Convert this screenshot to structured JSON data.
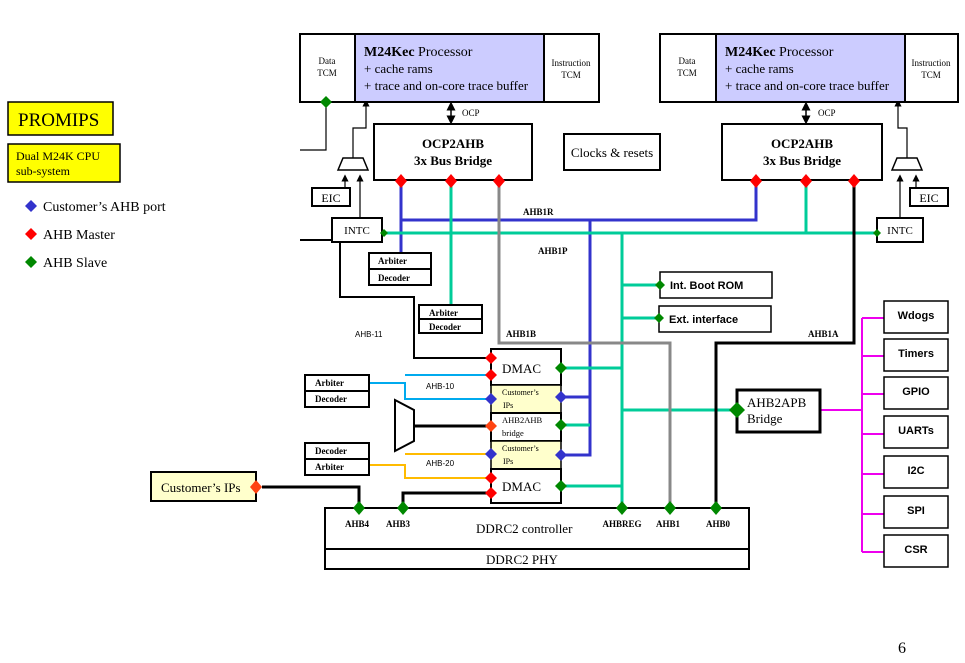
{
  "legend": {
    "title": "PROMIPS",
    "subtitle_line1": "Dual M24K CPU",
    "subtitle_line2": "sub-system",
    "items": [
      {
        "label": "Customer’s AHB port",
        "color": "#3333cc"
      },
      {
        "label": "AHB Master",
        "color": "#ff0000"
      },
      {
        "label": "AHB Slave",
        "color": "#008800"
      }
    ]
  },
  "colors": {
    "customer_port": "#3333cc",
    "master": "#ff0000",
    "slave": "#008800",
    "processor_fill": "#ccccff",
    "highlight_fill": "#ffff00",
    "customer_ip_fill": "#ffffcc",
    "bus_r": "#3333cc",
    "bus_p": "#00cc99",
    "bus_b": "#888888",
    "apb": "#ee00ee",
    "ahb10": "#00aaee",
    "ahb20": "#ffbb00"
  },
  "cpu": [
    {
      "data_tcm_line1": "Data",
      "data_tcm_line2": "TCM",
      "processor_name": "M24Kec",
      "processor_suffix": " Processor",
      "processor_line2": " + cache rams",
      "processor_line3": "+ trace and on-core trace buffer",
      "instr_tcm_line1": "Instruction",
      "instr_tcm_line2": "TCM",
      "ocp_label": "OCP",
      "bridge_line1": "OCP2AHB",
      "bridge_line2": "3x Bus Bridge",
      "eic": "EIC",
      "intc": "INTC"
    },
    {
      "data_tcm_line1": "Data",
      "data_tcm_line2": "TCM",
      "processor_name": "M24Kec",
      "processor_suffix": " Processor",
      "processor_line2": " + cache rams",
      "processor_line3": "+ trace and on-core trace buffer",
      "instr_tcm_line1": "Instruction",
      "instr_tcm_line2": "TCM",
      "ocp_label": "OCP",
      "bridge_line1": "OCP2AHB",
      "bridge_line2": "3x Bus Bridge",
      "eic": "EIC",
      "intc": "INTC"
    }
  ],
  "clocks": "Clocks & resets",
  "bus_labels": {
    "ahb1r": "AHB1R",
    "ahb1p": "AHB1P",
    "ahb1b": "AHB1B",
    "ahb1a": "AHB1A",
    "ahb11": "AHB-11",
    "ahb10": "AHB-10",
    "ahb20": "AHB-20"
  },
  "arbiter_decoders": [
    {
      "top": "Arbiter",
      "bottom": "Decoder"
    },
    {
      "top": "Arbiter",
      "bottom": "Decoder"
    },
    {
      "top": "Arbiter",
      "bottom": "Decoder"
    },
    {
      "top": "Decoder",
      "bottom": "Arbiter"
    }
  ],
  "slaves": {
    "boot_rom": "Int. Boot ROM",
    "ext_interface": "Ext. interface"
  },
  "stack": {
    "dmac_top": "DMAC",
    "cust_ip1_line1": "Customer’s",
    "cust_ip1_line2": "IPs",
    "ahb2ahb_line1": "AHB2AHB",
    "ahb2ahb_line2": "bridge",
    "cust_ip2_line1": "Customer’s",
    "cust_ip2_line2": "IPs",
    "dmac_bottom": "DMAC"
  },
  "apb_bridge": {
    "line1": "AHB2APB",
    "line2": "Bridge"
  },
  "peripherals": [
    "Wdogs",
    "Timers",
    "GPIO",
    "UARTs",
    "I2C",
    "SPI",
    "CSR"
  ],
  "customer_ips": "Customer’s IPs",
  "ddr": {
    "controller": "DDRC2 controller",
    "phy": "DDRC2 PHY",
    "ports": [
      "AHB4",
      "AHB3",
      "AHBREG",
      "AHB1",
      "AHB0"
    ]
  },
  "page_number": "6"
}
